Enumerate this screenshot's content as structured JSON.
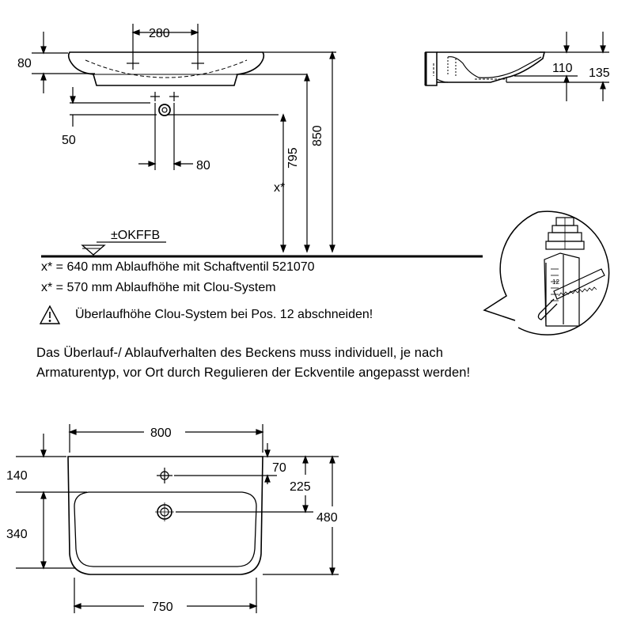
{
  "front_view": {
    "dim_tap_spacing": "280",
    "dim_rim_height": "80",
    "dim_waste_height": "50",
    "dim_waste_offset": "80",
    "dim_x": "x*",
    "dim_795": "795",
    "dim_850": "850",
    "floor_label": "±OKFFB"
  },
  "side_view": {
    "dim_110": "110",
    "dim_135": "135"
  },
  "notes": {
    "line1": "x* = 640 mm Ablaufhöhe mit Schaftventil 521070",
    "line2": "x* = 570 mm Ablaufhöhe mit Clou-System",
    "warning": "Überlaufhöhe Clou-System bei Pos. 12 abschneiden!",
    "paragraph_line1": "Das Überlauf-/ Ablaufverhalten des Beckens muss individuell, je nach",
    "paragraph_line2": "Armaturentyp, vor Ort durch Regulieren der Eckventile angepasst werden!"
  },
  "top_view": {
    "dim_width": "800",
    "dim_bowl_width": "750",
    "dim_140": "140",
    "dim_340": "340",
    "dim_70": "70",
    "dim_225": "225",
    "dim_480": "480"
  },
  "detail_marker": "12"
}
